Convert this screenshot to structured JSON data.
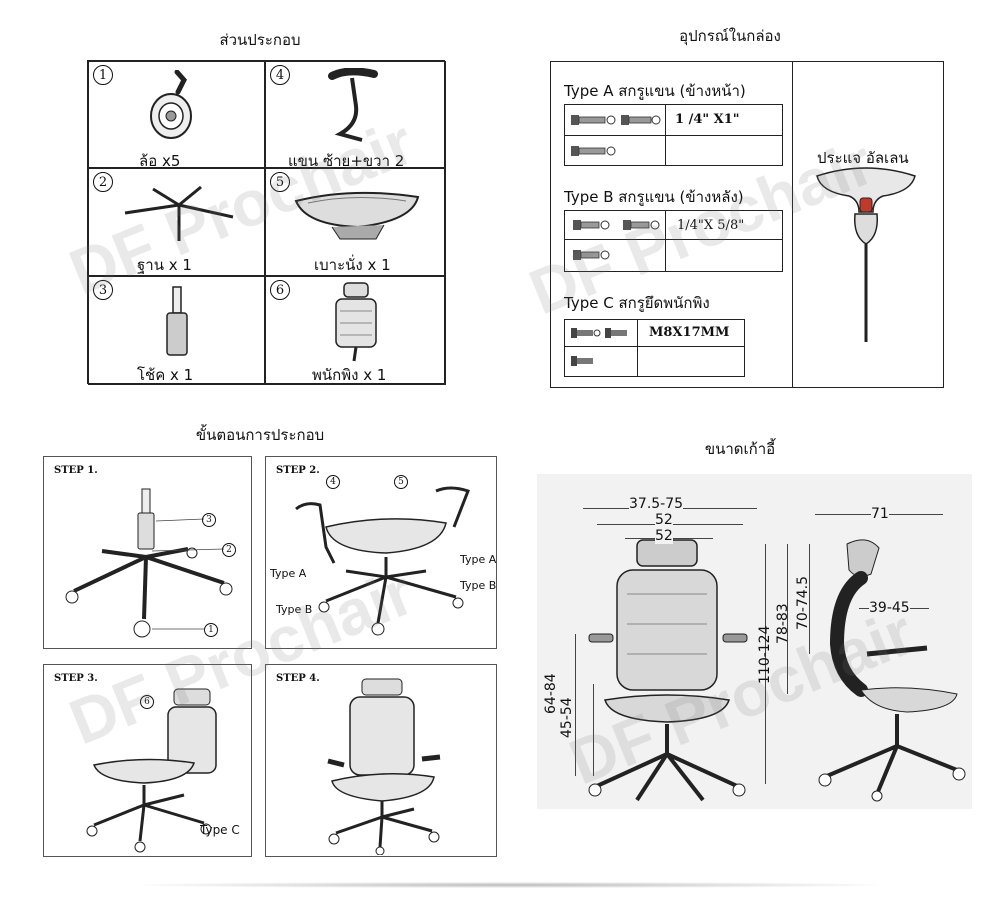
{
  "parts": {
    "title": "ส่วนประกอบ",
    "items": [
      {
        "num": "1",
        "label": "ล้อ x5"
      },
      {
        "num": "4",
        "label": "แขน ซ้าย+ขวา 2"
      },
      {
        "num": "2",
        "label": "ฐาน x 1"
      },
      {
        "num": "5",
        "label": "เบาะนั่ง x 1"
      },
      {
        "num": "3",
        "label": "โช้ค x 1"
      },
      {
        "num": "6",
        "label": "พนักพิง x 1"
      }
    ]
  },
  "box": {
    "title": "อุปกรณ์ในกล่อง",
    "type_a": {
      "title": "Type A สกรูแขน (ข้างหน้า)",
      "size": "1 /4\" X1\""
    },
    "type_b": {
      "title": "Type B สกรูแขน (ข้างหลัง)",
      "size": "1/4\"X 5/8\""
    },
    "type_c": {
      "title": "Type C สกรูยึดพนักพิง",
      "size": "M8X17MM"
    },
    "allen_key": "ประแจ อัลเลน"
  },
  "assembly": {
    "title": "ขั้นตอนการประกอบ",
    "step1": {
      "label": "STEP 1.",
      "c3": "3",
      "c2": "2",
      "c1": "1"
    },
    "step2": {
      "label": "STEP 2.",
      "c4": "4",
      "c5": "5",
      "type_a_left": "Type A",
      "type_b_left": "Type B",
      "type_a_right": "Type A",
      "type_b_right": "Type B"
    },
    "step3": {
      "label": "STEP 3.",
      "c6": "6",
      "type_c": "Type C"
    },
    "step4": {
      "label": "STEP 4."
    }
  },
  "dimensions": {
    "title": "ขนาดเก้าอี้",
    "width_total": "37.5-75",
    "width_seat": "52",
    "width_back": "52",
    "depth": "71",
    "seat_depth": "39-45",
    "height_total": "110-124",
    "back_height": "78-83",
    "back_inner": "70-74.5",
    "arm_height": "64-84",
    "seat_height": "45-54"
  },
  "watermark": "DF Prochair",
  "icons": [
    "wheel-icon",
    "arm-icon",
    "base-icon",
    "seat-icon",
    "gas-lift-icon",
    "backrest-icon",
    "screw-icon",
    "allen-key-icon",
    "chair-icon"
  ]
}
